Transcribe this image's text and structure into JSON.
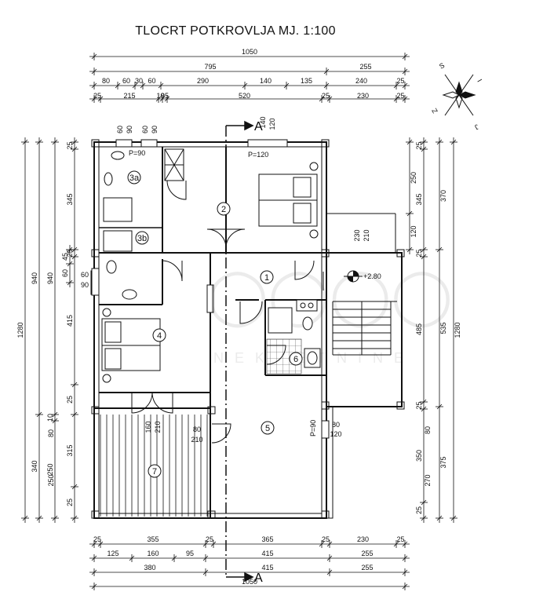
{
  "title": "TLOCRT POTKROVLJA MJ. 1:100",
  "section_marker": "A",
  "level_mark": "+2.80",
  "window_notes": {
    "top_left": "P=90",
    "top_right": "P=120",
    "right": "P=90"
  },
  "rooms": [
    "1",
    "2",
    "3a",
    "3b",
    "4",
    "5",
    "6",
    "7"
  ],
  "compass": [
    "S",
    "I",
    "J",
    "Z"
  ],
  "watermark": "NEKRETNINE",
  "dims": {
    "top1": "1050",
    "top2": [
      "795",
      "255"
    ],
    "top3": [
      "80",
      "60",
      "30",
      "60",
      "290",
      "140",
      "135",
      "240",
      "25"
    ],
    "top4": [
      "25",
      "215",
      "10",
      "95",
      "520",
      "25",
      "230",
      "25"
    ],
    "win_top_left": [
      "60",
      "90",
      "60",
      "90"
    ],
    "win_top_right": [
      "140",
      "120"
    ],
    "bot1": [
      "25",
      "355",
      "25",
      "365",
      "25",
      "230",
      "25"
    ],
    "bot2": [
      "125",
      "160",
      "95",
      "415",
      "255"
    ],
    "bot3": [
      "380",
      "415",
      "255"
    ],
    "bot4": "1050",
    "left_outer": "1280",
    "left_mid": [
      "940",
      "340"
    ],
    "left_in1": [
      "940",
      "10",
      "250"
    ],
    "left_in2": [
      "25",
      "345",
      "25",
      "415",
      "25",
      "315",
      "25"
    ],
    "left_win": [
      "45",
      "60",
      "80"
    ],
    "right_outer": "1280",
    "right_mid": [
      "370",
      "535",
      "375"
    ],
    "right_in1": [
      "25",
      "345",
      "25",
      "485",
      "25",
      "350",
      "25"
    ],
    "right_in2": [
      "250",
      "120",
      "80",
      "270"
    ],
    "door_230_210": [
      "230",
      "210"
    ],
    "door_160_210": [
      "160",
      "210"
    ],
    "door_80_210": [
      "80",
      "210"
    ],
    "win_right": [
      "80",
      "120"
    ],
    "win_left": [
      "60",
      "90"
    ]
  }
}
